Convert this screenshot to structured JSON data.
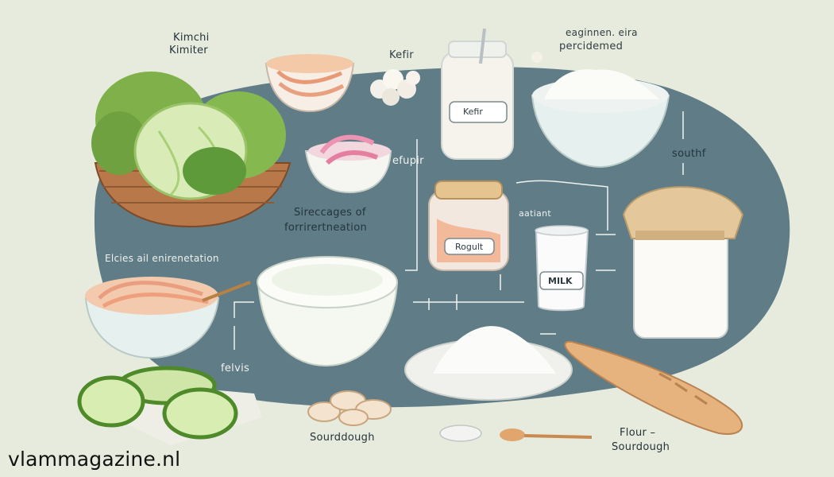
{
  "labels": {
    "kimchi": "Kimchi",
    "kimicer": "Kimiter",
    "kefir_top": "Kefir",
    "beginning_line1": "eaginnen. eira",
    "beginning_line2": "percidemed",
    "efupir": "efupir",
    "stages_line1": "Sireccages of",
    "stages_line2": "forrirertneation",
    "elcies": "Elcies ail enirenetation",
    "aatiant": "aatiant",
    "southf": "southf",
    "felvis": "felvis",
    "sourdough_left": "Sourddough",
    "flour_line1": "Flour –",
    "flour_line2": "Sourdough"
  },
  "jar_labels": {
    "kefir": "Kefir",
    "rogult": "Rogult",
    "milk": "MILK"
  },
  "watermark": "vlammagazine.nl",
  "colors": {
    "background": "#e7ebdd",
    "blob": "#5d7a85",
    "label_text": "#2f3e45"
  }
}
